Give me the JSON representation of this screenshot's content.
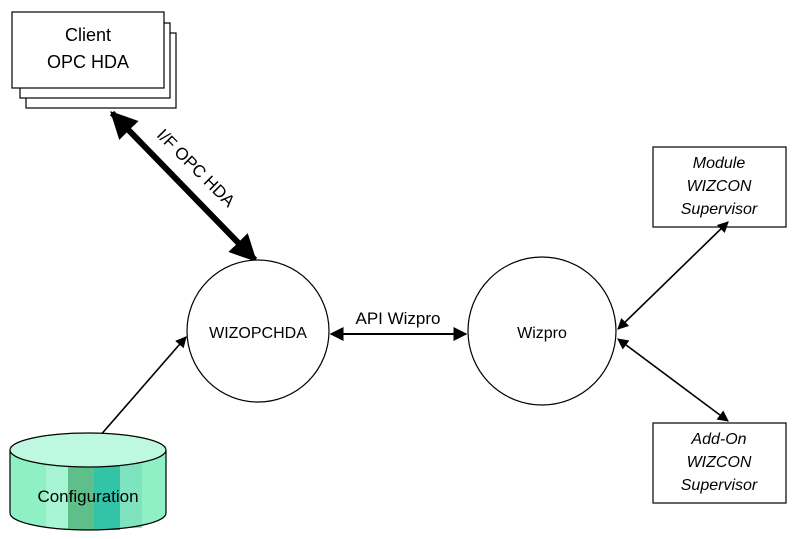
{
  "client": {
    "line1": "Client",
    "line2": "OPC HDA"
  },
  "interface_label": "I/F OPC HDA",
  "server_node": "WIZOPCHDA",
  "api_label": "API Wizpro",
  "wizpro_node": "Wizpro",
  "module": {
    "line1": "Module",
    "line2": "WIZCON",
    "line3": "Supervisor"
  },
  "addon": {
    "line1": "Add-On",
    "line2": "WIZCON",
    "line3": "Supervisor"
  },
  "database": {
    "label": "Configuration"
  },
  "colors": {
    "db_fill": "#8ff0c4",
    "db_stripe_dark": "#5fbf8a",
    "db_stripe_teal": "#33c4a8",
    "db_stripe_light": "#7fe3c0"
  }
}
